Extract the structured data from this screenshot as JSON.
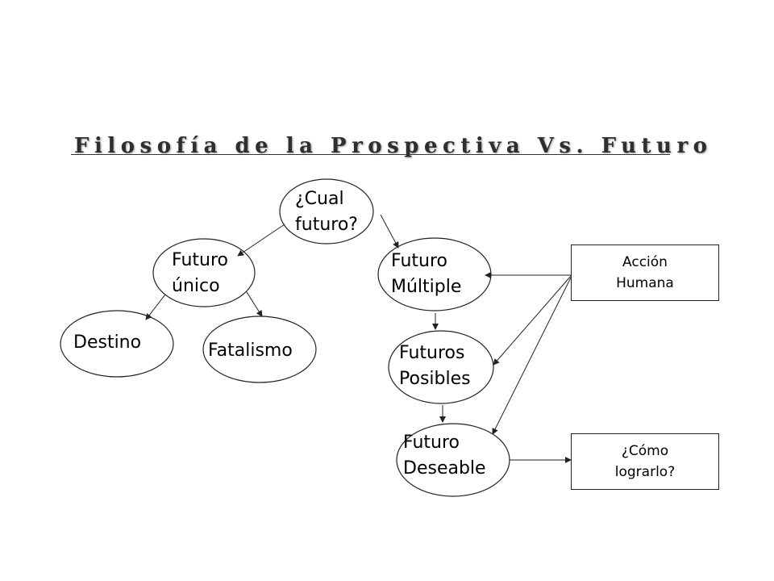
{
  "slide": {
    "title": "Filosofía de la Prospectiva Vs. Futuro"
  },
  "nodes": {
    "cual_futuro": [
      "¿Cual",
      "futuro?"
    ],
    "futuro_unico": [
      "Futuro",
      "único"
    ],
    "destino": "Destino",
    "fatalismo": "Fatalismo",
    "futuro_multiple": [
      "Futuro",
      "Múltiple"
    ],
    "futuros_posibles": [
      "Futuros",
      "Posibles"
    ],
    "futuro_deseable": [
      "Futuro",
      "Deseable"
    ]
  },
  "boxes": {
    "accion_humana": [
      "Acción",
      "Humana"
    ],
    "como_lograrlo": [
      "¿Cómo",
      "lograrlo?"
    ]
  }
}
